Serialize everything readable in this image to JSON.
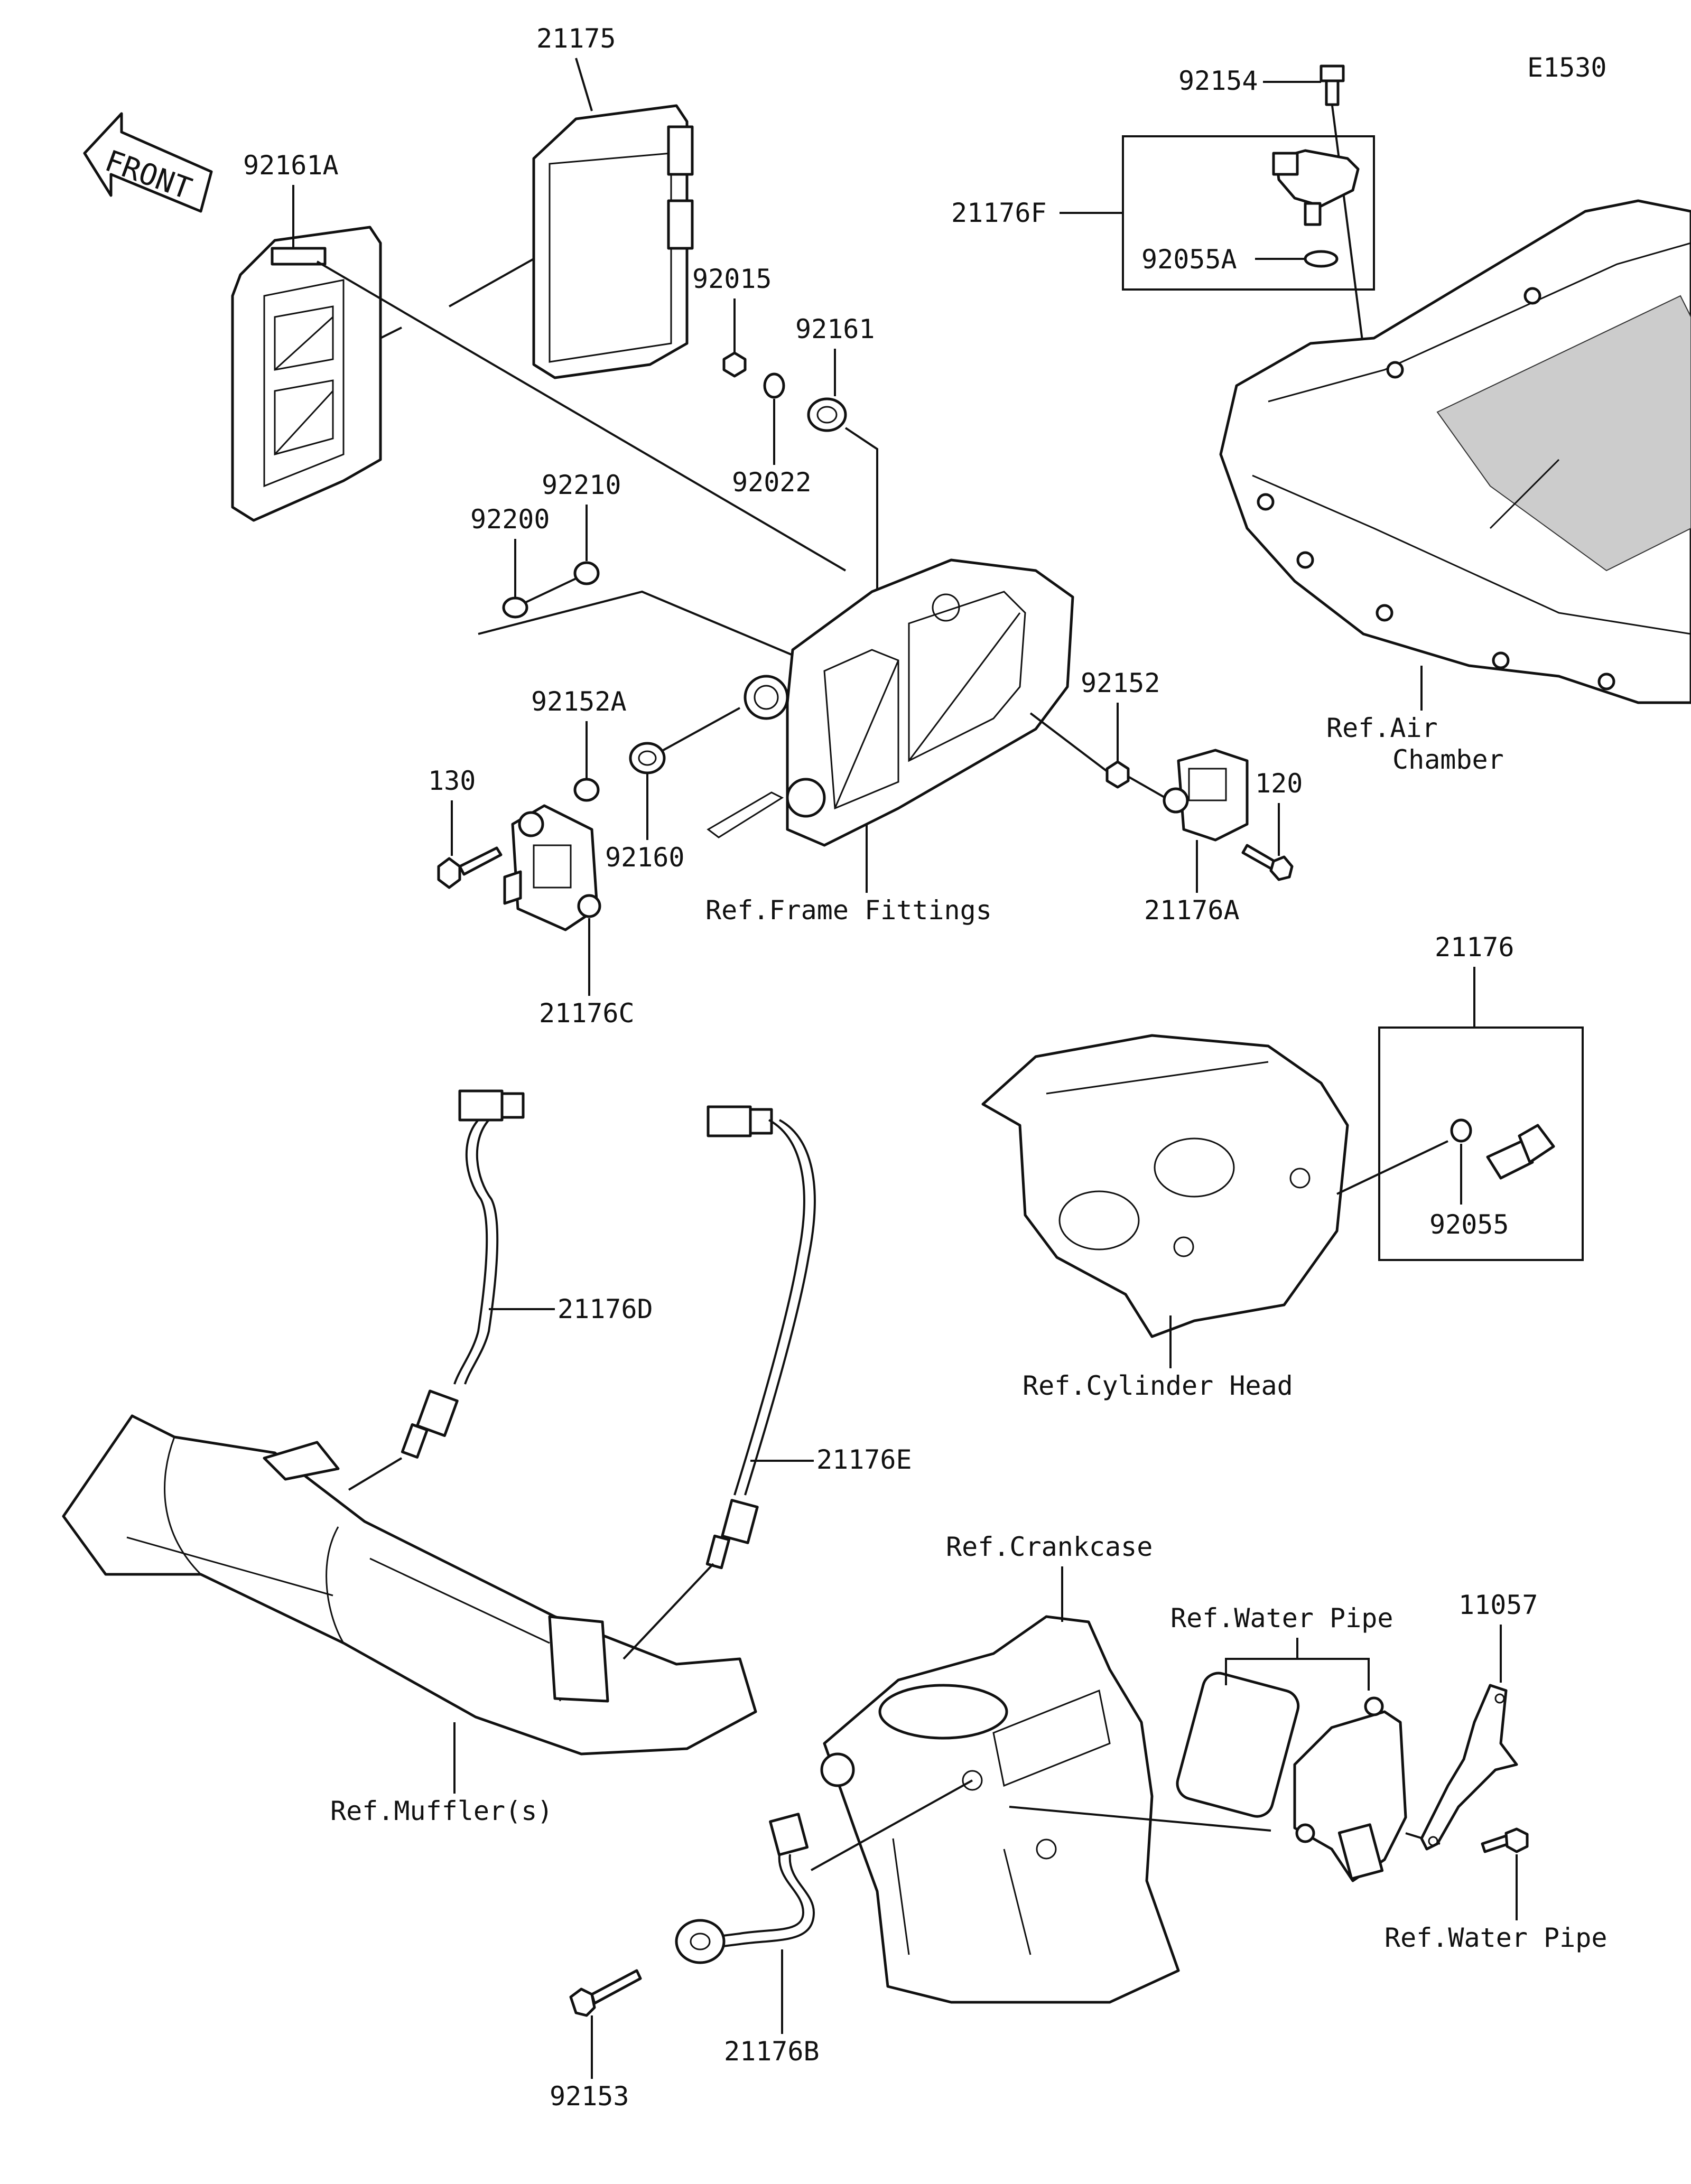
{
  "diagram_code": "E1530",
  "front_label": "FRONT",
  "labels": {
    "p21175": "21175",
    "p92161A": "92161A",
    "p92154": "92154",
    "p21176F": "21176F",
    "p92055A": "92055A",
    "p92015": "92015",
    "p92161": "92161",
    "p92022": "92022",
    "p92210": "92210",
    "p92200": "92200",
    "p92152A": "92152A",
    "p130": "130",
    "p92160": "92160",
    "p21176C": "21176C",
    "p92152": "92152",
    "p120": "120",
    "p21176A": "21176A",
    "p21176": "21176",
    "p92055": "92055",
    "p21176D": "21176D",
    "p21176E": "21176E",
    "p11057": "11057",
    "p21176B": "21176B",
    "p92153": "92153"
  },
  "refs": {
    "frame_fittings": "Ref.Frame Fittings",
    "air_chamber_1": "Ref.Air",
    "air_chamber_2": "Chamber",
    "cylinder_head": "Ref.Cylinder Head",
    "mufflers": "Ref.Muffler(s)",
    "crankcase": "Ref.Crankcase",
    "water_pipe_top": "Ref.Water Pipe",
    "water_pipe_bottom": "Ref.Water Pipe"
  }
}
